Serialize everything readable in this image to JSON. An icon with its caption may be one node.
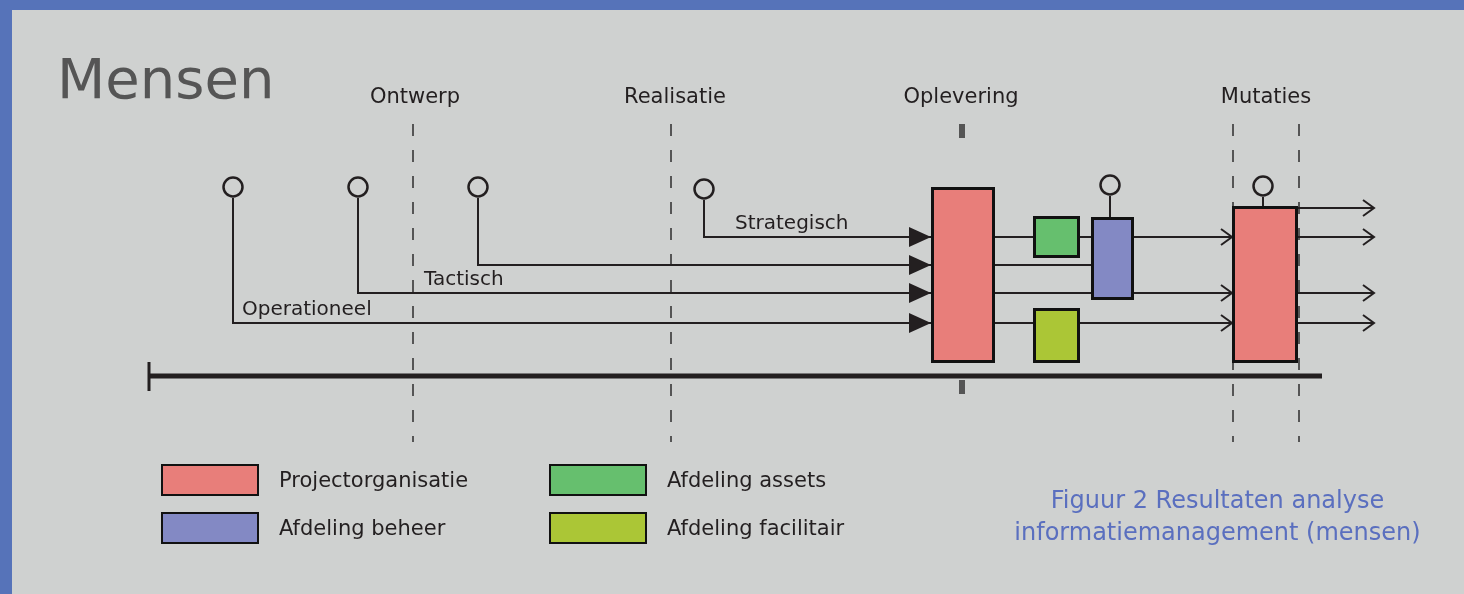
{
  "diagram": {
    "title": "Mensen",
    "caption": "Figuur 2 Resultaten analyse informatiemanagement (mensen)",
    "nodes": [
      {
        "text": [],
        "shape": "circle"
      },
      {
        "text": [],
        "shape": "circle"
      },
      {
        "text": [],
        "shape": "circle"
      },
      {
        "text": [],
        "shape": "circle"
      },
      {
        "text": [],
        "shape": "box"
      },
      {
        "text": [],
        "shape": "box"
      },
      {
        "text": [],
        "shape": "box"
      },
      {
        "text": [],
        "shape": "circle"
      },
      {
        "text": [],
        "shape": "box"
      },
      {
        "text": [],
        "shape": "box"
      },
      {
        "text": [],
        "shape": "circle"
      }
    ],
    "edges": [
      {
        "from": 3,
        "to": 4,
        "arrow": "to",
        "label": "Strategisch"
      },
      {
        "from": 2,
        "to": 4,
        "arrow": "to"
      },
      {
        "from": 1,
        "to": 4,
        "arrow": "to",
        "label": "Tactisch"
      },
      {
        "from": 0,
        "to": 4,
        "arrow": "to",
        "label": "Operationeel"
      },
      {
        "from": 4,
        "to": 5,
        "arrow": "none"
      },
      {
        "from": 5,
        "to": 6,
        "arrow": "none"
      },
      {
        "from": 6,
        "to": 9,
        "arrow": "to"
      },
      {
        "from": 4,
        "to": 6,
        "arrow": "none"
      },
      {
        "from": 4,
        "to": 6,
        "arrow": "none"
      },
      {
        "from": 6,
        "to": 9,
        "arrow": "to"
      },
      {
        "from": 4,
        "to": 8,
        "arrow": "none"
      },
      {
        "from": 8,
        "to": 9,
        "arrow": "to"
      },
      {
        "from": 7,
        "to": 6,
        "arrow": "none"
      },
      {
        "from": 10,
        "to": 9,
        "arrow": "none"
      },
      {
        "from": 9,
        "to": null,
        "arrow": "to"
      },
      {
        "from": 9,
        "to": null,
        "arrow": "to"
      },
      {
        "from": 9,
        "to": null,
        "arrow": "to"
      },
      {
        "from": 9,
        "to": null,
        "arrow": "to"
      }
    ],
    "labels": [
      "Ontwerp",
      "Realisatie",
      "Oplevering",
      "Mutaties"
    ],
    "legend": [
      {
        "text": "Projectorganisatie",
        "color": "#e87e7a"
      },
      {
        "text": "Afdeling assets",
        "color": "#66bf6e"
      },
      {
        "text": "Afdeling beheer",
        "color": "#8389c4"
      },
      {
        "text": "Afdeling facilitair",
        "color": "#abc636"
      }
    ]
  }
}
